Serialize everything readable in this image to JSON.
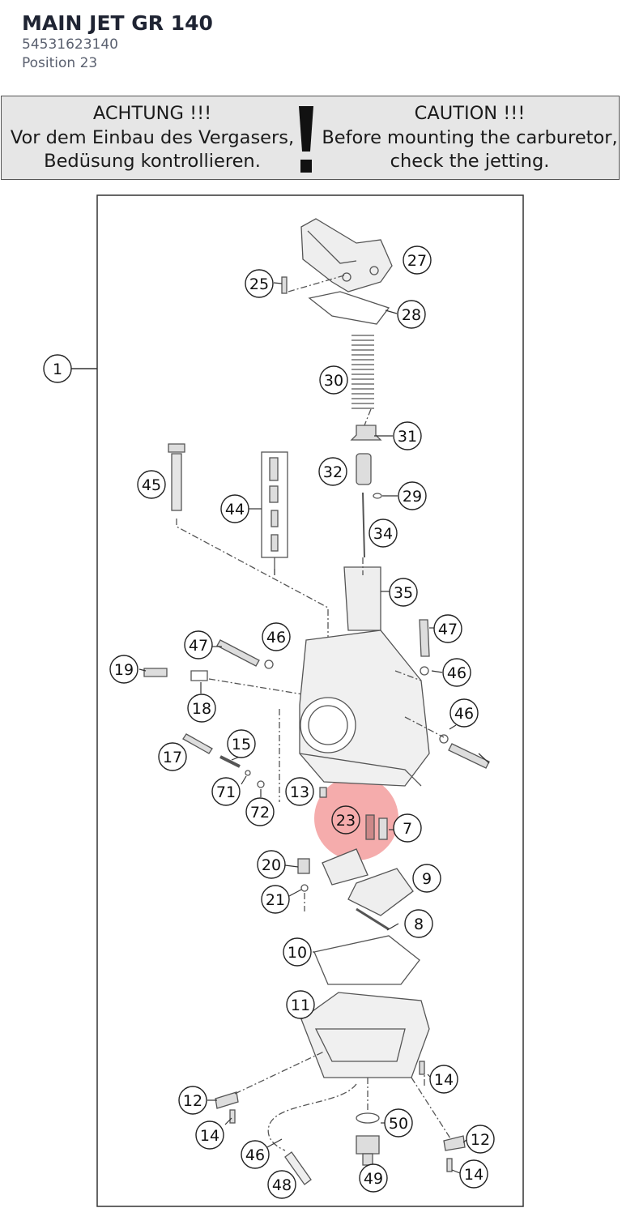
{
  "part": {
    "title": "MAIN JET GR 140",
    "number": "54531623140",
    "position": "Position 23"
  },
  "warning": {
    "de": [
      "ACHTUNG !!!",
      "Vor dem Einbau des Vergasers,",
      "Bedüsung kontrollieren."
    ],
    "en": [
      "CAUTION !!!",
      "Before mounting the carburetor,",
      "check the jetting."
    ]
  },
  "diagram": {
    "highlight_color": "#f08080",
    "highlighted_callout": "23",
    "callouts": [
      "1",
      "25",
      "27",
      "28",
      "30",
      "31",
      "32",
      "29",
      "34",
      "45",
      "44",
      "35",
      "47",
      "46",
      "19",
      "18",
      "46",
      "47",
      "46",
      "17",
      "15",
      "71",
      "72",
      "13",
      "23",
      "7",
      "20",
      "9",
      "21",
      "8",
      "10",
      "11",
      "14",
      "12",
      "14",
      "50",
      "12",
      "46",
      "48",
      "49",
      "14"
    ]
  }
}
